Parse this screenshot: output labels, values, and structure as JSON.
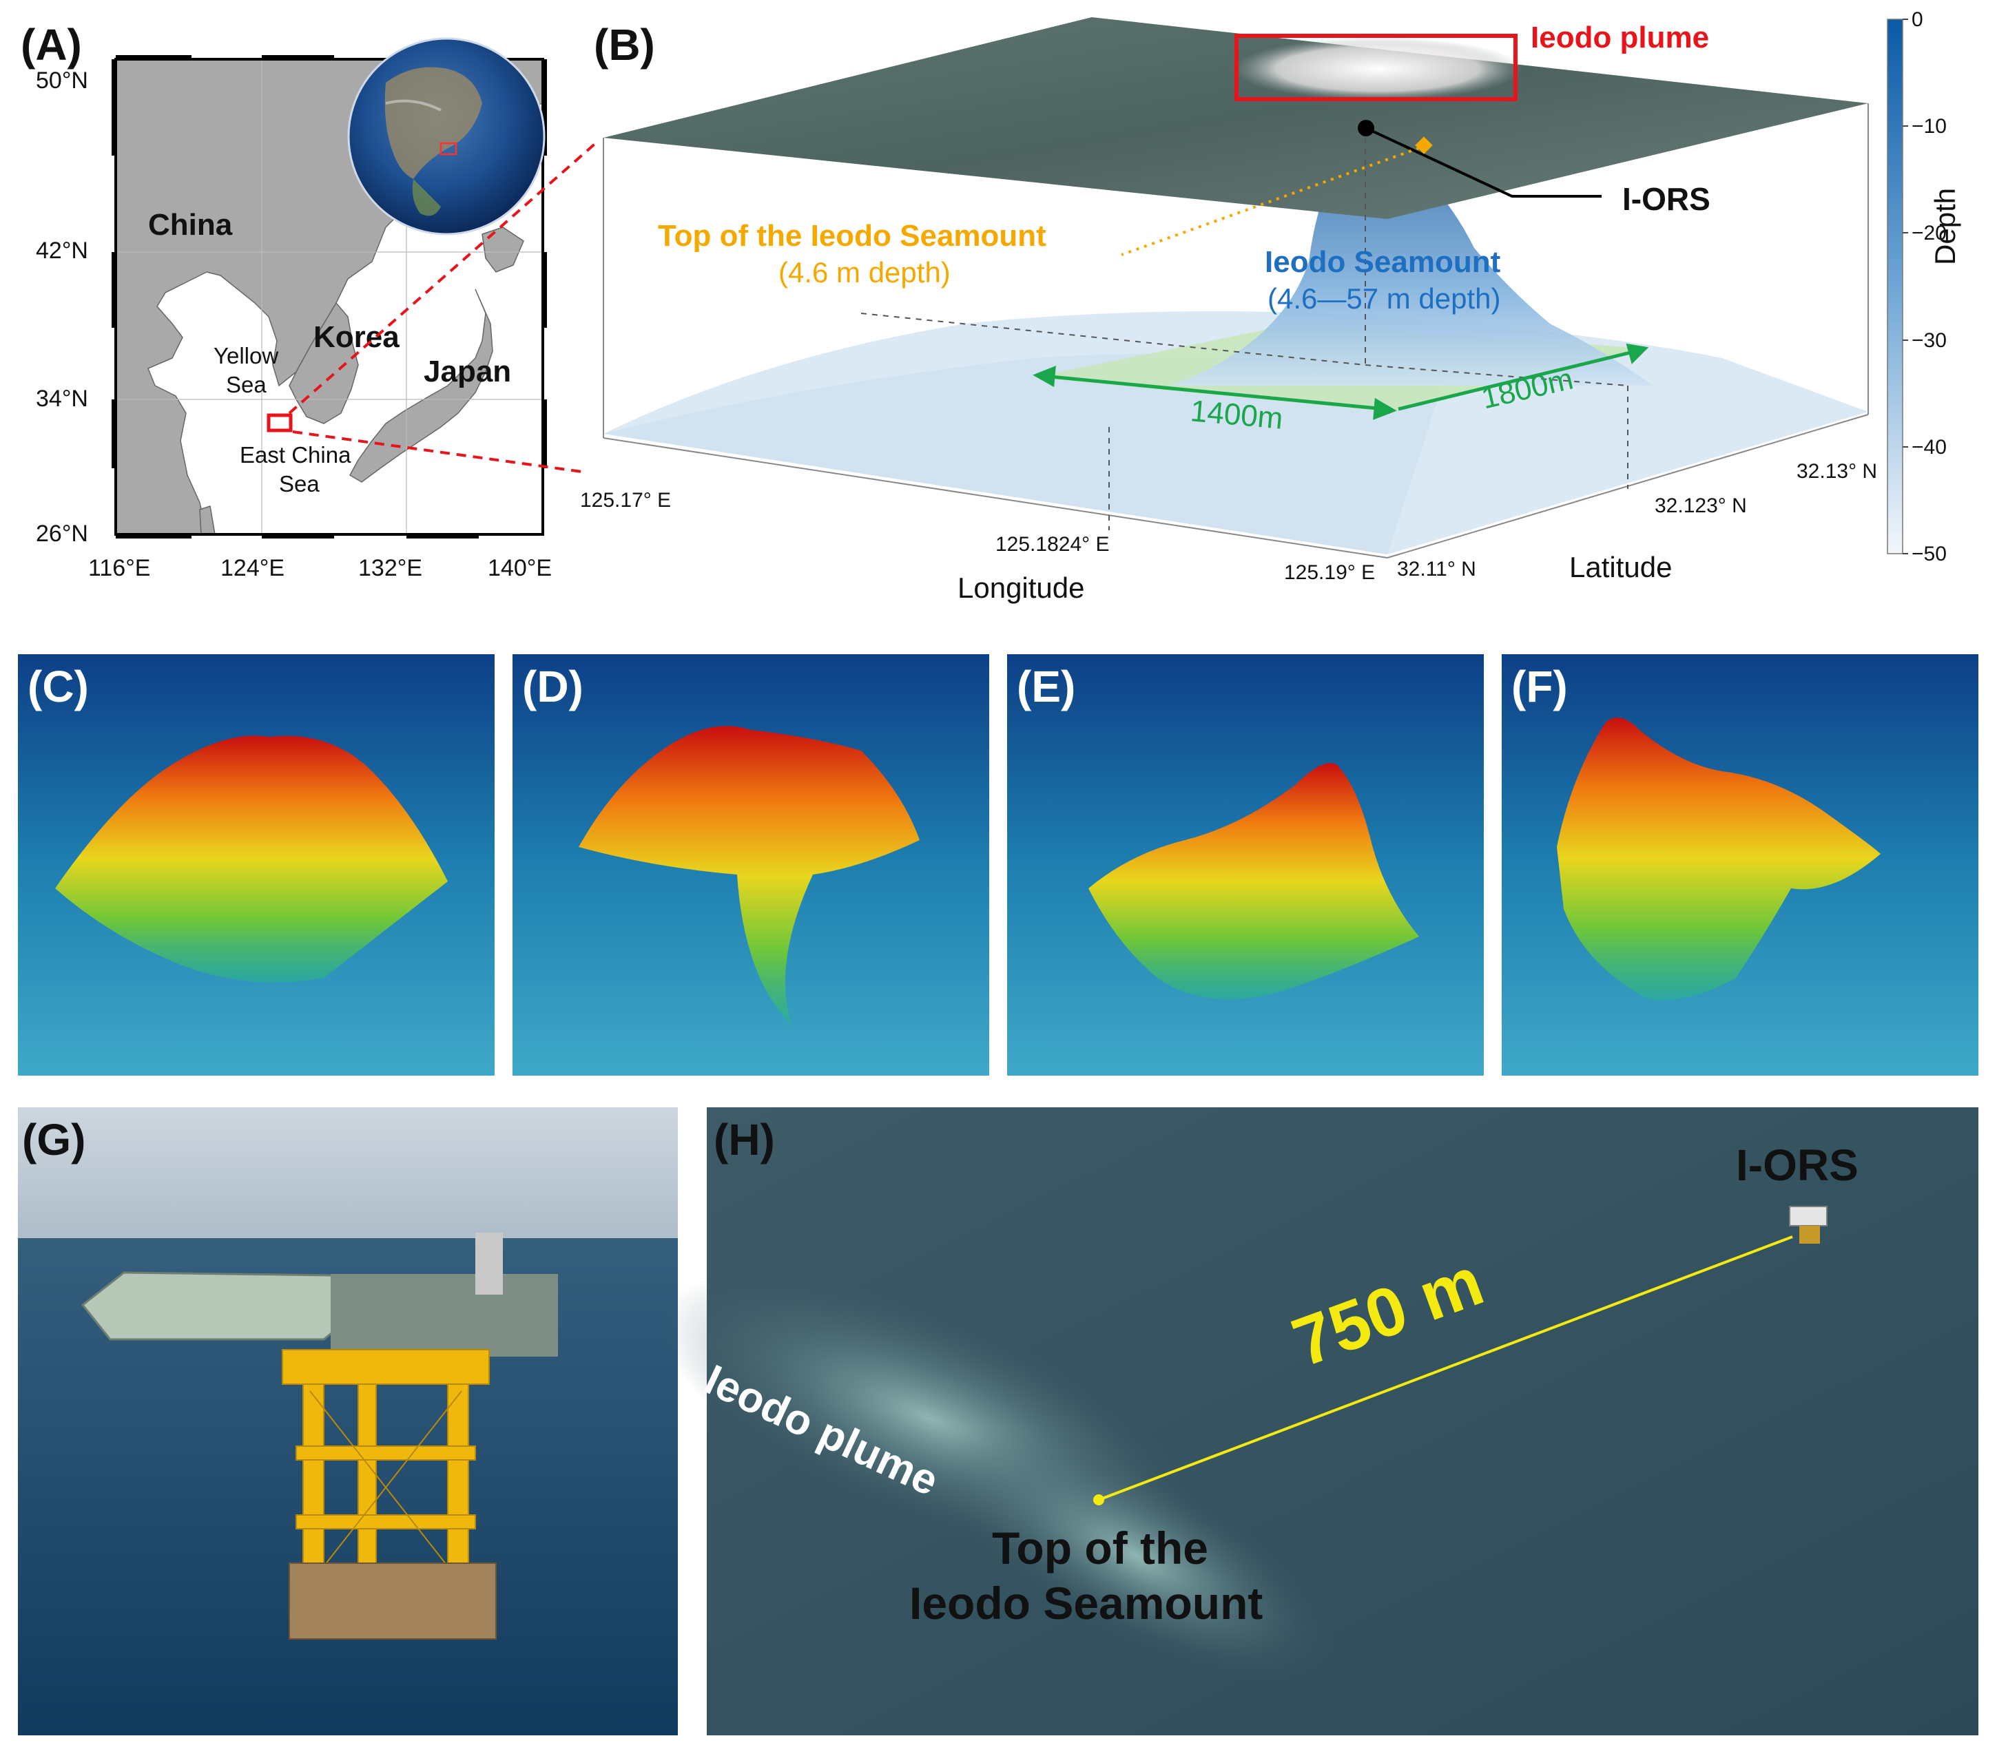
{
  "panels": {
    "A": {
      "label": "(A)",
      "lat_ticks": [
        "50°N",
        "42°N",
        "34°N",
        "26°N"
      ],
      "lon_ticks": [
        "116°E",
        "124°E",
        "132°E",
        "140°E"
      ],
      "places": {
        "china": "China",
        "korea": "Korea",
        "japan": "Japan",
        "yellow_sea_1": "Yellow",
        "yellow_sea_2": "Sea",
        "ecs_1": "East China",
        "ecs_2": "Sea"
      }
    },
    "B": {
      "label": "(B)",
      "plume": "Ieodo plume",
      "iors": "I-ORS",
      "top_title": "Top of the Ieodo Seamount",
      "top_depth": "(4.6 m depth)",
      "seamount_title": "Ieodo Seamount",
      "seamount_depth": "(4.6—57 m depth)",
      "dim_lon": "1400m",
      "dim_lat": "1800m",
      "lon_ticks": [
        "125.17° E",
        "125.1824° E",
        "125.19° E"
      ],
      "lat_ticks": [
        "32.11° N",
        "32.123° N",
        "32.13° N"
      ],
      "xlabel": "Longitude",
      "ylabel": "Latitude",
      "colorbar_label": "Depth",
      "colorbar_ticks": [
        "0",
        "−10",
        "−20",
        "−30",
        "−40",
        "−50"
      ],
      "colors": {
        "plume": "#e8141c",
        "top": "#f5a800",
        "seamount": "#1f6fc0",
        "dims": "#1aa64a"
      }
    },
    "C": {
      "label": "(C)"
    },
    "D": {
      "label": "(D)"
    },
    "E": {
      "label": "(E)"
    },
    "F": {
      "label": "(F)"
    },
    "G": {
      "label": "(G)"
    },
    "H": {
      "label": "(H)",
      "iors": "I-ORS",
      "distance": "750 m",
      "plume": "Ieodo plume",
      "top_1": "Top of the",
      "top_2": "Ieodo Seamount",
      "colors": {
        "distance": "#f5ea10"
      }
    }
  }
}
